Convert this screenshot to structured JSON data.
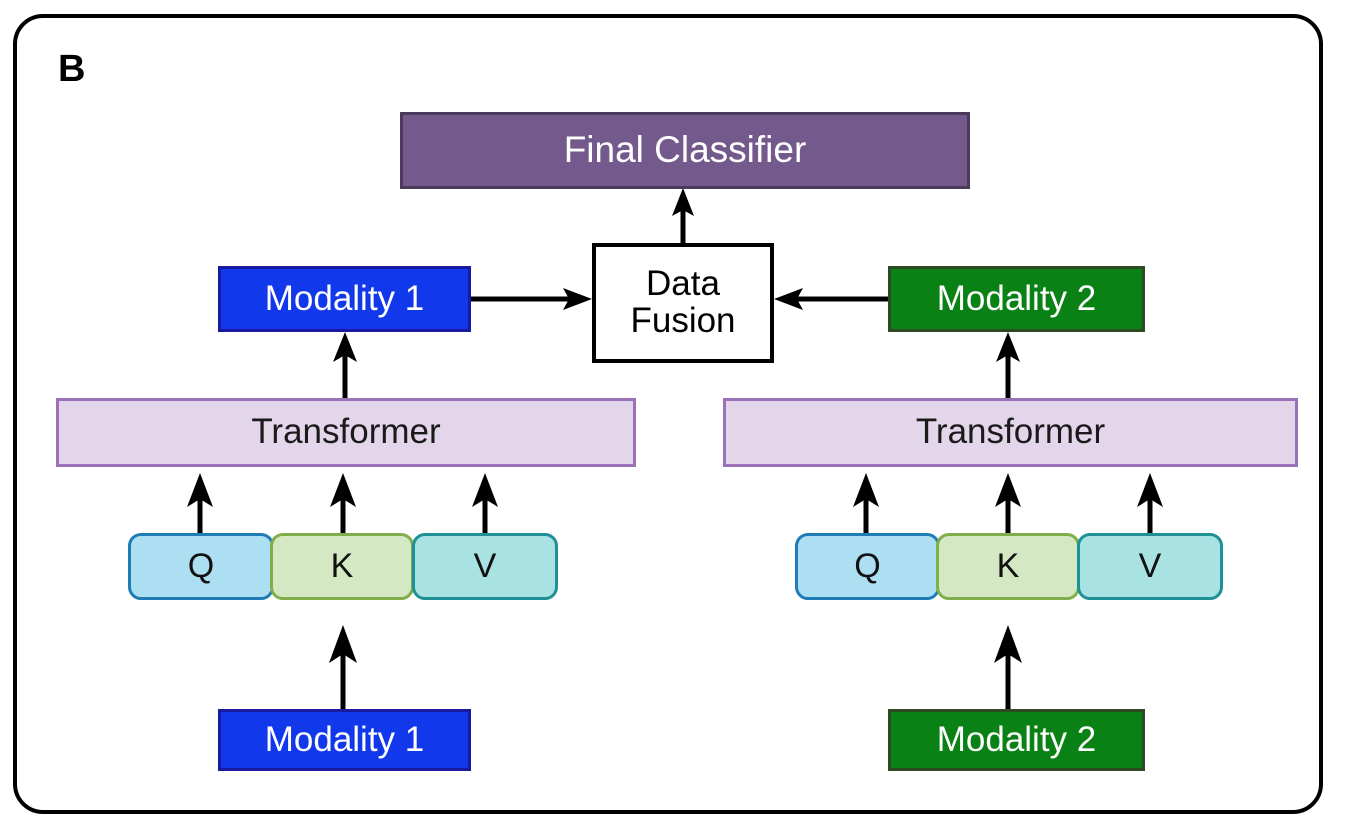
{
  "panel": {
    "letter": "B",
    "border_color": "#000000"
  },
  "nodes": {
    "final_classifier": {
      "label": "Final Classifier",
      "fill": "#74598C",
      "text_color": "#FFFFFF"
    },
    "data_fusion": {
      "label": "Data\nFusion",
      "fill": "#FFFFFF",
      "text_color": "#000000"
    },
    "modality_1_mid": {
      "label": "Modality 1",
      "fill": "#1238EC",
      "text_color": "#FFFFFF"
    },
    "modality_2_mid": {
      "label": "Modality 2",
      "fill": "#0A8114",
      "text_color": "#FFFFFF"
    },
    "transformer_left": {
      "label": "Transformer",
      "fill": "#E3D6EB",
      "text_color": "#1A1A1A"
    },
    "transformer_right": {
      "label": "Transformer",
      "fill": "#E3D6EB",
      "text_color": "#1A1A1A"
    },
    "modality_1_input": {
      "label": "Modality 1",
      "fill": "#1238EC",
      "text_color": "#FFFFFF"
    },
    "modality_2_input": {
      "label": "Modality 2",
      "fill": "#0A8114",
      "text_color": "#FFFFFF"
    }
  },
  "qkv_left": [
    {
      "label": "Q",
      "fill": "#ADDFF2",
      "border": "#1F7CB4"
    },
    {
      "label": "K",
      "fill": "#D5E8C4",
      "border": "#7FAE4B"
    },
    {
      "label": "V",
      "fill": "#A9E2E2",
      "border": "#1F9095"
    }
  ],
  "qkv_right": [
    {
      "label": "Q",
      "fill": "#ADDFF2",
      "border": "#1F7CB4"
    },
    {
      "label": "K",
      "fill": "#D5E8C4",
      "border": "#7FAE4B"
    },
    {
      "label": "V",
      "fill": "#A9E2E2",
      "border": "#1F9095"
    }
  ],
  "arrows": [
    {
      "name": "arrow-fusion-to-classifier",
      "from": "data_fusion",
      "to": "final_classifier",
      "direction": "up"
    },
    {
      "name": "arrow-modality1-to-fusion",
      "from": "modality_1_mid",
      "to": "data_fusion",
      "direction": "right"
    },
    {
      "name": "arrow-modality2-to-fusion",
      "from": "modality_2_mid",
      "to": "data_fusion",
      "direction": "left"
    },
    {
      "name": "arrow-transformer-left-to-modality1",
      "from": "transformer_left",
      "to": "modality_1_mid",
      "direction": "up"
    },
    {
      "name": "arrow-transformer-right-to-modality2",
      "from": "transformer_right",
      "to": "modality_2_mid",
      "direction": "up"
    },
    {
      "name": "arrow-q-left-to-transformer",
      "from": "qkv_left.Q",
      "to": "transformer_left",
      "direction": "up"
    },
    {
      "name": "arrow-k-left-to-transformer",
      "from": "qkv_left.K",
      "to": "transformer_left",
      "direction": "up"
    },
    {
      "name": "arrow-v-left-to-transformer",
      "from": "qkv_left.V",
      "to": "transformer_left",
      "direction": "up"
    },
    {
      "name": "arrow-q-right-to-transformer",
      "from": "qkv_right.Q",
      "to": "transformer_right",
      "direction": "up"
    },
    {
      "name": "arrow-k-right-to-transformer",
      "from": "qkv_right.K",
      "to": "transformer_right",
      "direction": "up"
    },
    {
      "name": "arrow-v-right-to-transformer",
      "from": "qkv_right.V",
      "to": "transformer_right",
      "direction": "up"
    },
    {
      "name": "arrow-modality1-input-to-k",
      "from": "modality_1_input",
      "to": "qkv_left.K",
      "direction": "up"
    },
    {
      "name": "arrow-modality2-input-to-k",
      "from": "modality_2_input",
      "to": "qkv_right.K",
      "direction": "up"
    }
  ]
}
